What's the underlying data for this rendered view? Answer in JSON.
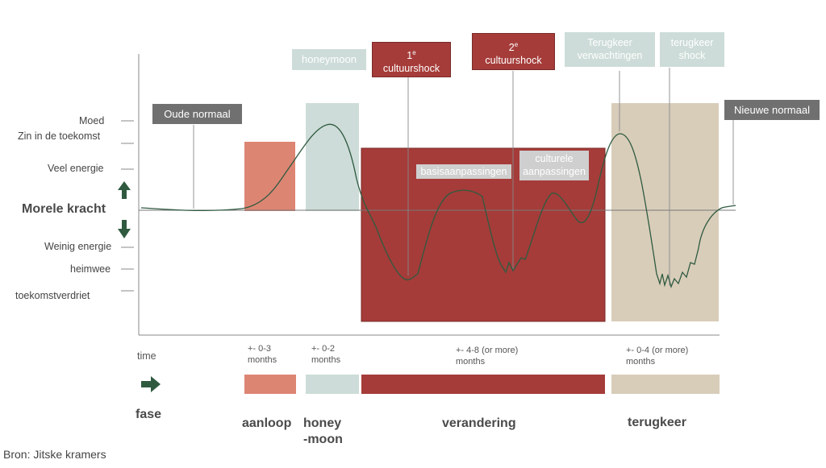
{
  "colors": {
    "aanloop": "#dd8573",
    "honeymoon": "#cddcd8",
    "verandering": "#a53c39",
    "terugkeer": "#d8cdb9",
    "dark_label": "#707070",
    "curve": "#2f5a40",
    "arrow": "#2f5a40"
  },
  "y_axis": {
    "title": "Morele kracht",
    "labels": [
      "Moed",
      "Zin in de toekomst",
      "Veel energie",
      "Weinig energie",
      "heimwee",
      "toekomstverdriet"
    ]
  },
  "x_axis": {
    "label": "time"
  },
  "callouts": {
    "oude_normaal": "Oude normaal",
    "honeymoon": "honeymoon",
    "shock1_sup": "e",
    "shock1_num": "1",
    "shock1_text": "cultuurshock",
    "shock2_num": "2",
    "shock2_sup": "e",
    "shock2_text": "cultuurshock",
    "terugkeer_verw_1": "Terugkeer",
    "terugkeer_verw_2": "verwachtingen",
    "terugkeer_shock_1": "terugkeer",
    "terugkeer_shock_2": "shock",
    "nieuwe_normaal": "Nieuwe normaal",
    "basis": "basisaanpassingen",
    "cult_1": "culturele",
    "cult_2": "aanpassingen"
  },
  "durations": {
    "aanloop_1": "+- 0-3",
    "aanloop_2": "months",
    "honeymoon_1": "+- 0-2",
    "honeymoon_2": "months",
    "verandering_1": "+- 4-8 (or more)",
    "verandering_2": "months",
    "terugkeer_1": "+- 0-4 (or more)",
    "terugkeer_2": "months"
  },
  "phases": {
    "fase": "fase",
    "aanloop": "aanloop",
    "honey_1": "honey",
    "honey_2": "-moon",
    "verandering": "verandering",
    "terugkeer": "terugkeer"
  },
  "source": "Bron: Jitske kramers"
}
